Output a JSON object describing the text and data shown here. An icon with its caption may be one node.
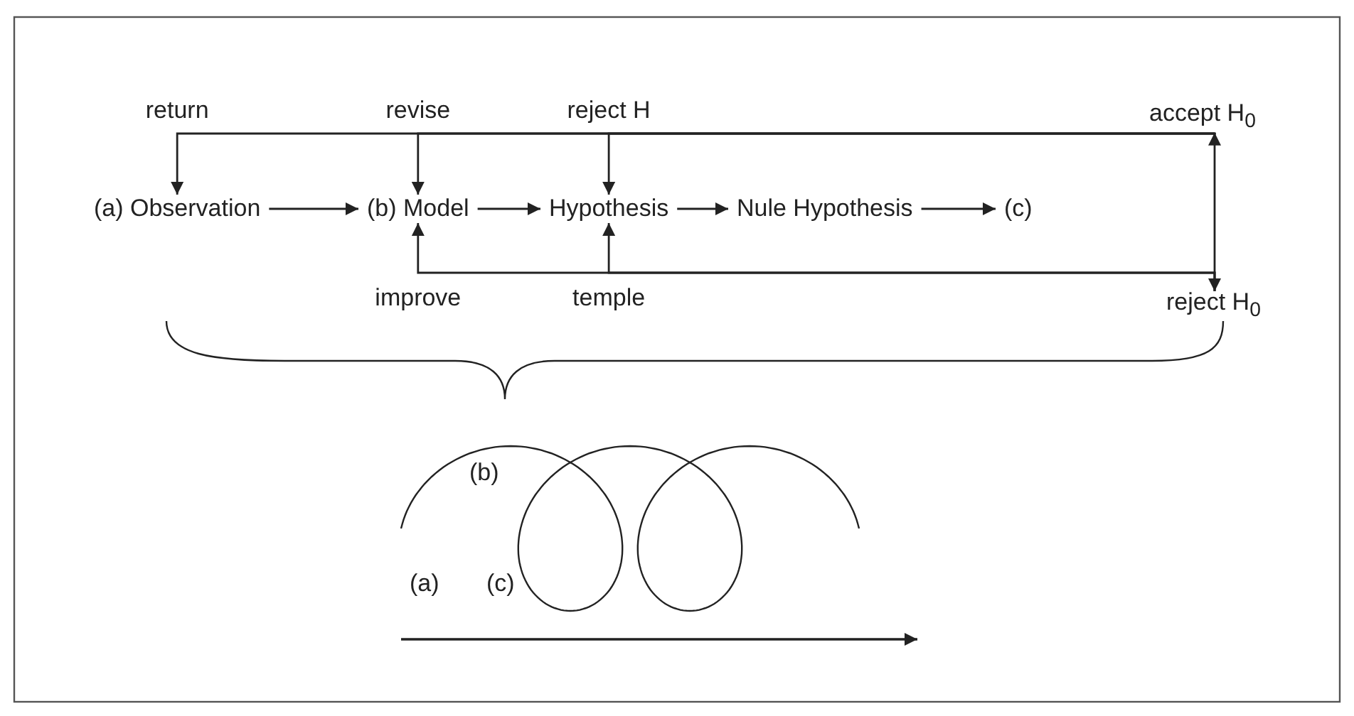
{
  "diagram": {
    "nodes": [
      {
        "text": [
          "(a) Observation"
        ]
      },
      {
        "text": [
          "(b) Model"
        ]
      },
      {
        "text": [
          "Hypothesis"
        ]
      },
      {
        "text": [
          "Nule Hypothesis"
        ]
      },
      {
        "text": [
          "(c)"
        ]
      },
      {
        "text": [
          "accept H$_{0}$"
        ]
      },
      {
        "text": [
          "reject H$_{0}$"
        ]
      }
    ],
    "edges": [
      {
        "from": 0,
        "to": 1,
        "arrow": "to"
      },
      {
        "from": 1,
        "to": 2,
        "arrow": "to"
      },
      {
        "from": 2,
        "to": 3,
        "arrow": "to"
      },
      {
        "from": 3,
        "to": 4,
        "arrow": "to"
      },
      {
        "from": 5,
        "to": 6,
        "arrow": "both"
      },
      {
        "from": 5,
        "to": 0,
        "arrow": "to",
        "label": "return"
      },
      {
        "from": 5,
        "to": 1,
        "arrow": "to",
        "label": "revise"
      },
      {
        "from": 5,
        "to": 2,
        "arrow": "to",
        "label": "reject H"
      },
      {
        "from": 6,
        "to": 1,
        "arrow": "to",
        "label": "improve"
      },
      {
        "from": 6,
        "to": 2,
        "arrow": "to",
        "label": "temple"
      }
    ],
    "labels": [
      "(b)",
      "(a)",
      "(c)"
    ]
  }
}
